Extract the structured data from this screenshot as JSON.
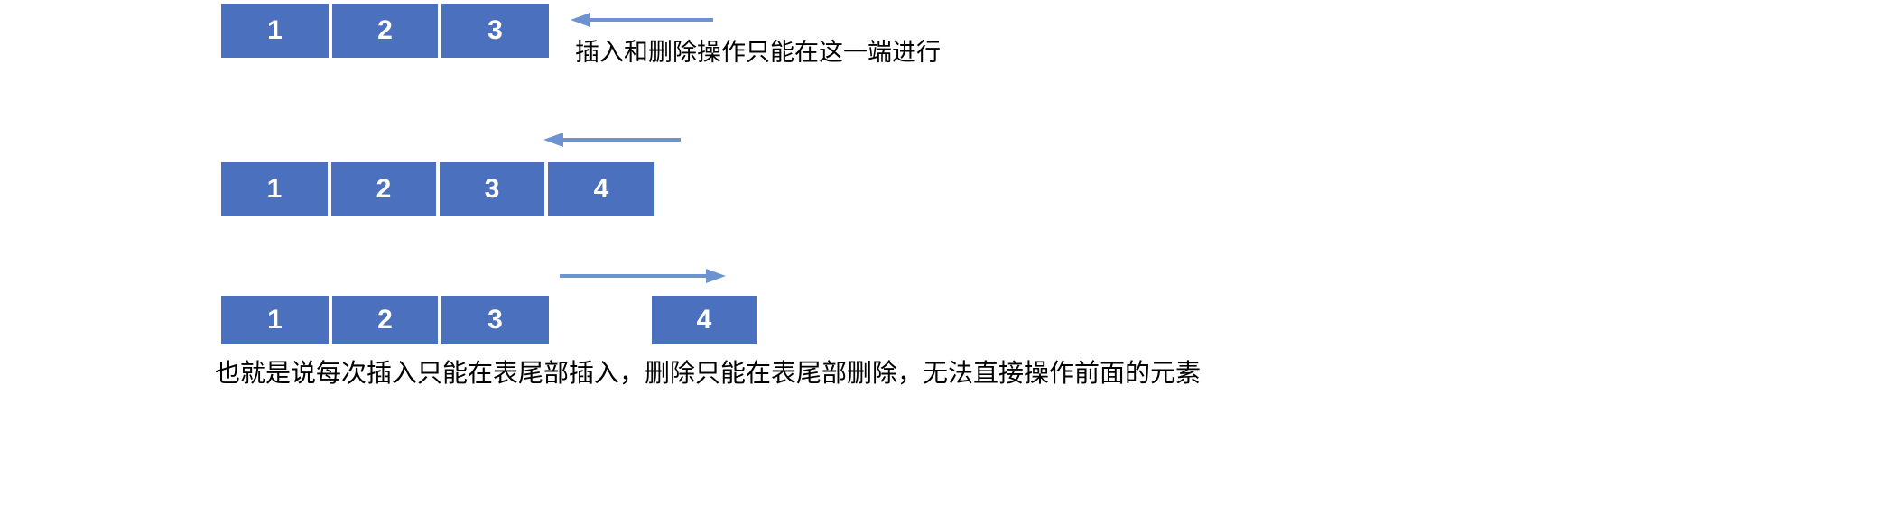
{
  "diagram": {
    "title_text_top": "插入和删除操作只能在这一端进行",
    "title_text_bottom": "也就是说每次插入只能在表尾部插入，删除只能在表尾部删除，无法直接操作前面的元素",
    "colors": {
      "box_fill": "#4B71BE",
      "box_text": "#FFFFFF",
      "arrow": "#6C93D0",
      "caption_text": "#000000",
      "background": "#FFFFFF"
    },
    "rows": [
      {
        "id": "row-1",
        "cells": [
          "1",
          "2",
          "3"
        ],
        "arrow": {
          "direction": "left",
          "name": "arrow-left-row1"
        },
        "caption": "插入和删除操作只能在这一端进行"
      },
      {
        "id": "row-2",
        "cells": [
          "1",
          "2",
          "3",
          "4"
        ],
        "arrow": {
          "direction": "left",
          "name": "arrow-left-row2"
        },
        "caption": ""
      },
      {
        "id": "row-3",
        "cells": [
          "1",
          "2",
          "3"
        ],
        "detached_cell": "4",
        "arrow": {
          "direction": "right",
          "name": "arrow-right-row3"
        },
        "caption": "也就是说每次插入只能在表尾部插入，删除只能在表尾部删除，无法直接操作前面的元素"
      }
    ]
  }
}
